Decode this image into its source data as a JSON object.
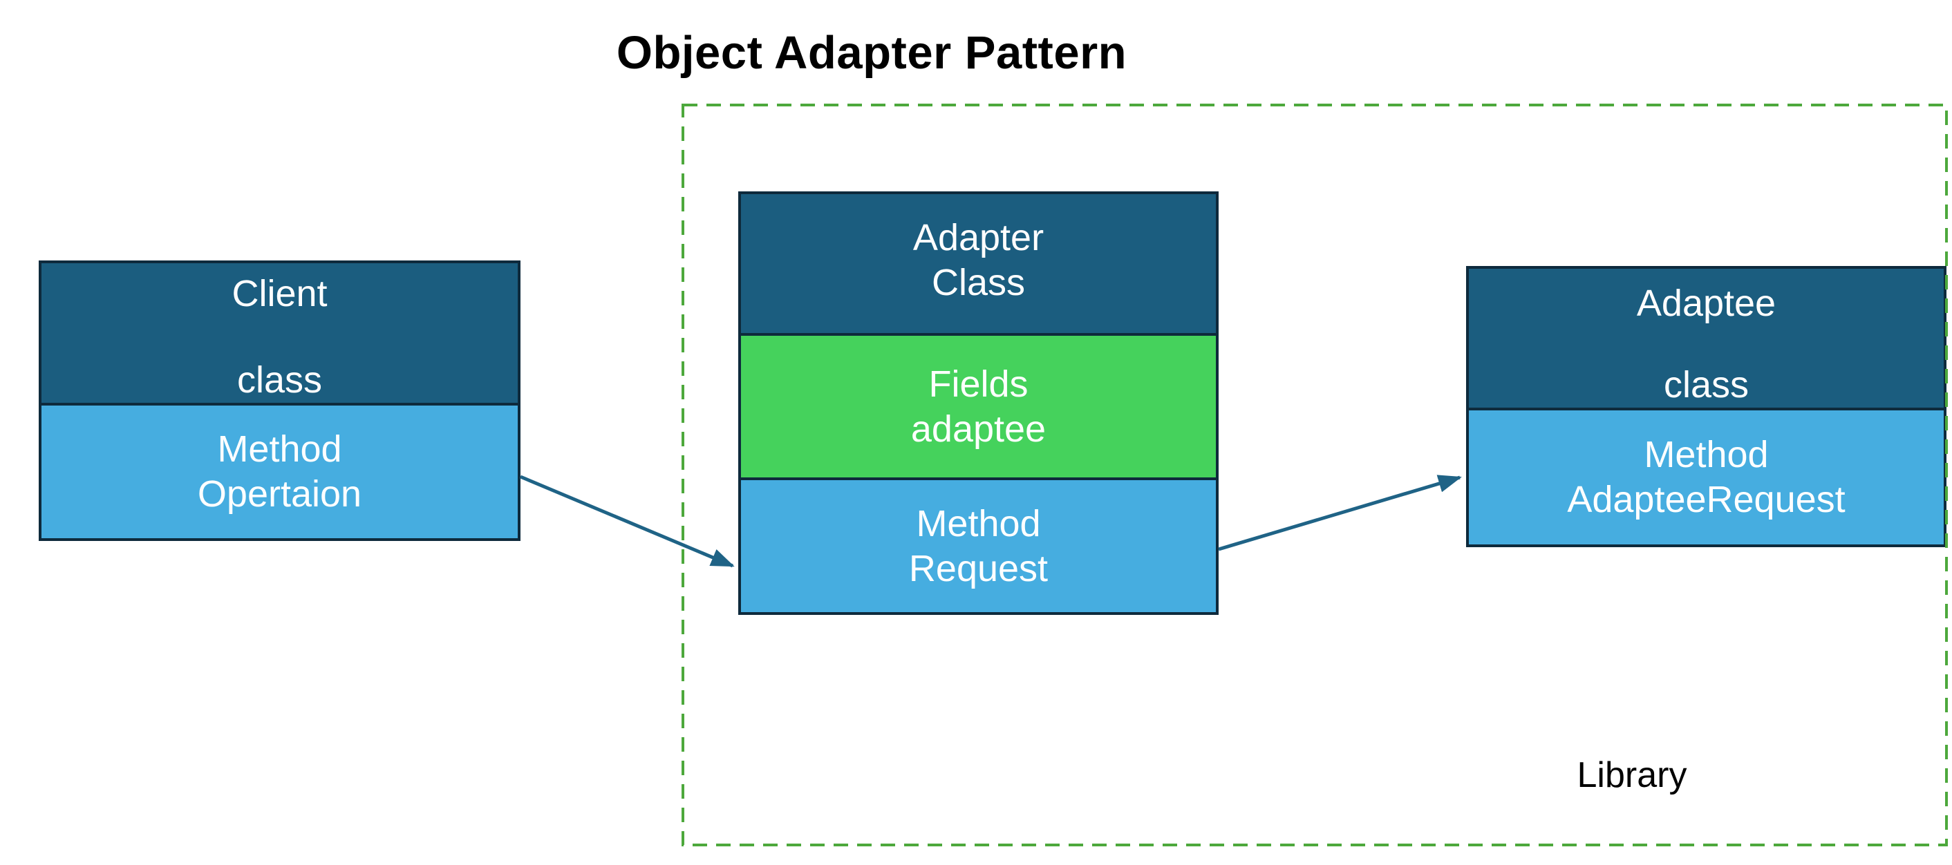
{
  "title": "Object Adapter Pattern",
  "client_box": {
    "name": "Client",
    "stereotype": "class",
    "method_line1": "Method",
    "method_line2": "Opertaion"
  },
  "adapter_box": {
    "header_line1": "Adapter",
    "header_line2": "Class",
    "fields_line1": "Fields",
    "fields_line2": "adaptee",
    "method_line1": "Method",
    "method_line2": "Request"
  },
  "adaptee_box": {
    "name": "Adaptee",
    "stereotype": "class",
    "method_line1": "Method",
    "method_line2": "AdapteeRequest"
  },
  "library_label": "Library",
  "colors": {
    "class_header_fill": "#1b5d7f",
    "method_fill": "#46ade0",
    "fields_fill": "#45d25c",
    "box_border": "#0e2a3c",
    "arrow": "#1f6386",
    "library_boundary": "#4da83c",
    "box_text": "#ffffff",
    "title_text": "#000000",
    "background": "#ffffff"
  }
}
